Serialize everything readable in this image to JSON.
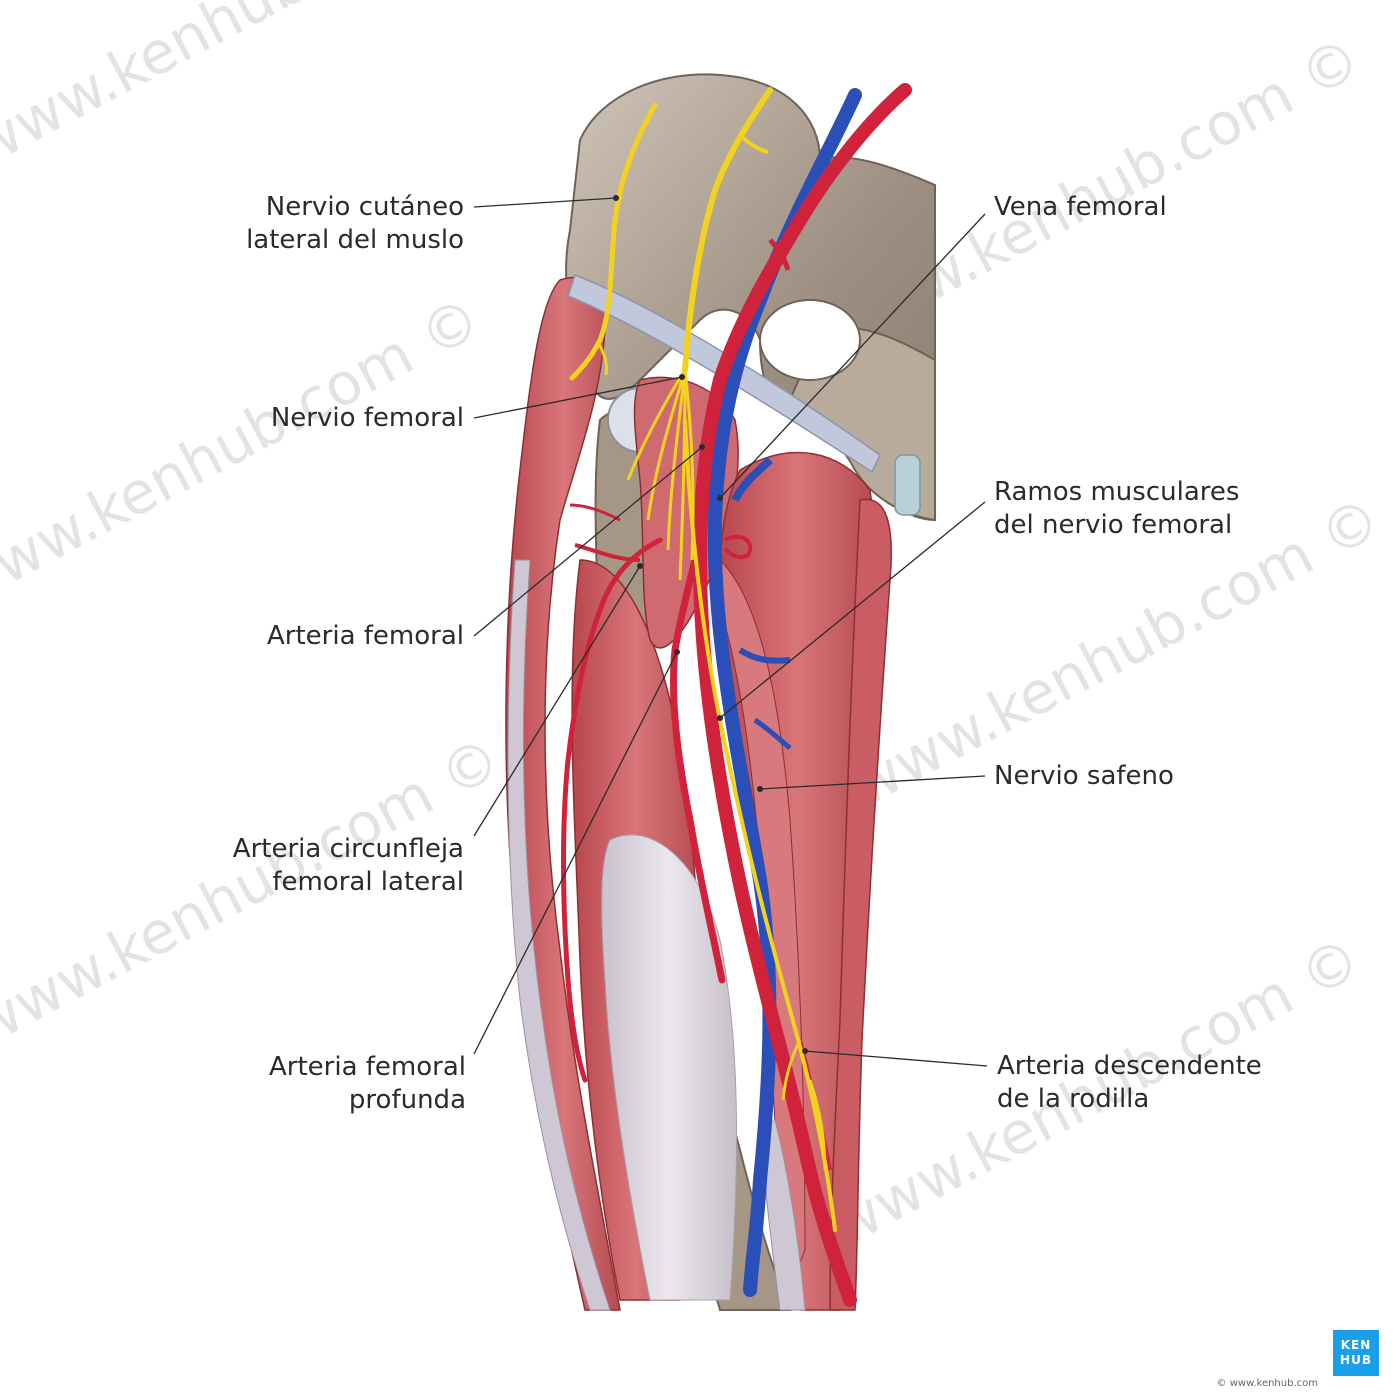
{
  "labels": {
    "cutaneo": [
      "Nervio cutáneo",
      "lateral del muslo"
    ],
    "nervio_femoral": [
      "Nervio femoral"
    ],
    "arteria_femoral": [
      "Arteria femoral"
    ],
    "circunfleja": [
      "Arteria circunfleja",
      "femoral lateral"
    ],
    "profunda": [
      "Arteria femoral",
      "profunda"
    ],
    "vena_femoral": [
      "Vena femoral"
    ],
    "ramos": [
      "Ramos musculares",
      "del nervio femoral"
    ],
    "safeno": [
      "Nervio safeno"
    ],
    "descendente": [
      "Arteria descendente",
      "de la rodilla"
    ]
  },
  "watermark": "www.kenhub.com ©",
  "logo": [
    "KEN",
    "HUB"
  ],
  "copyright": "© www.kenhub.com",
  "colors": {
    "muscle": "#c8545a",
    "bone": "#a89a8c",
    "artery": "#d0223a",
    "vein": "#2a4fb8",
    "nerve": "#f2d21e",
    "ligament": "#b8c0d6",
    "logo": "#1aa0e8"
  }
}
